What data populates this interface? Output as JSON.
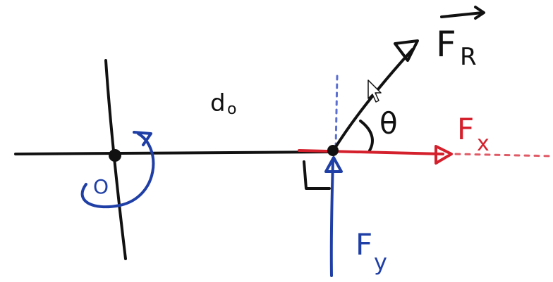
{
  "labels": {
    "origin": "O",
    "distance": "d",
    "distance_sub": "o",
    "resultant_force": "F",
    "resultant_force_sub": "R",
    "angle": "θ",
    "force_x": "F",
    "force_x_sub": "x",
    "force_y": "F",
    "force_y_sub": "y",
    "right_angle_mark": "L"
  },
  "colors": {
    "ink": "#111111",
    "red": "#d4202c",
    "blue": "#1f3fa6",
    "dotted_blue": "#5b6fd0",
    "dotted_red": "#e05a66"
  }
}
